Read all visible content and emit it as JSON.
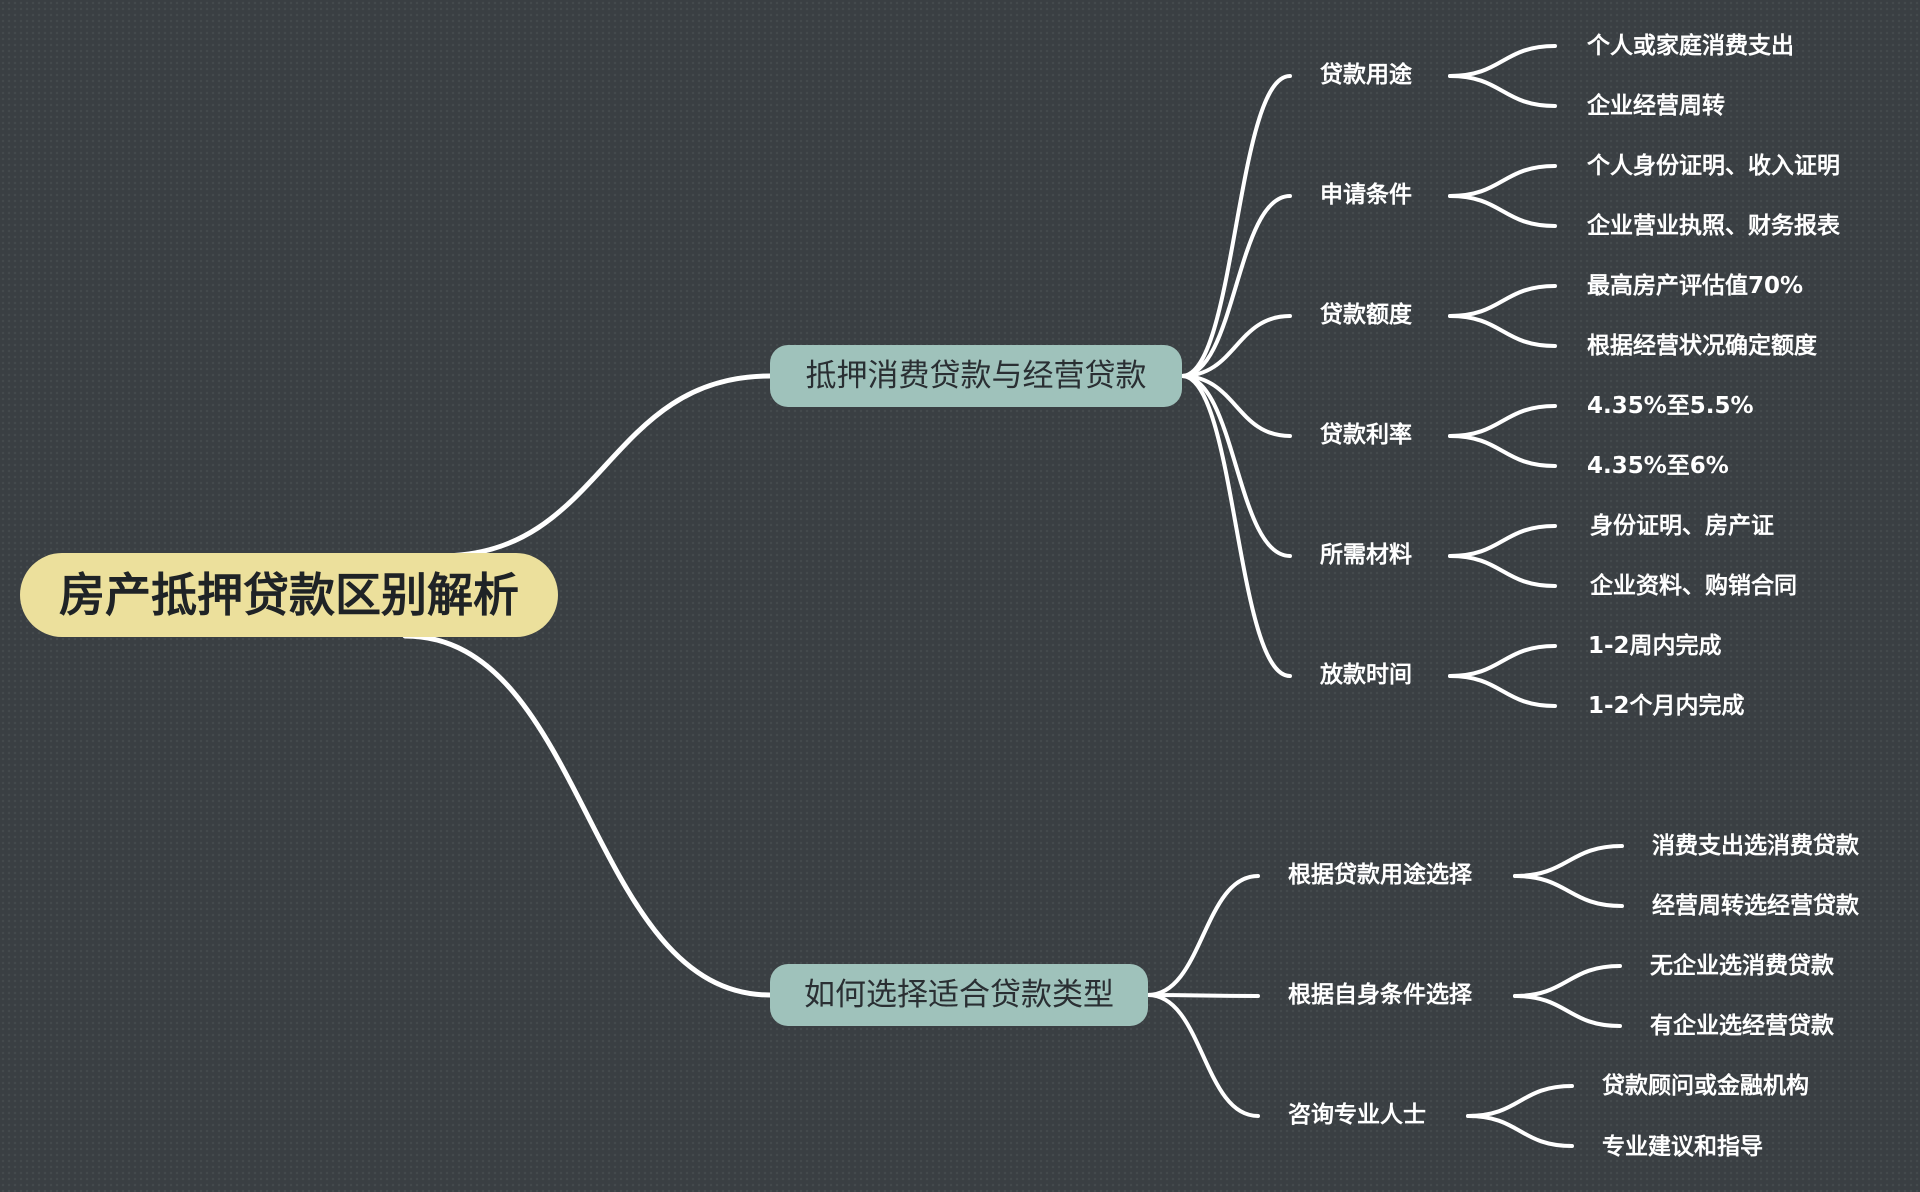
{
  "root": {
    "title": "房产抵押贷款区别解析"
  },
  "branches": [
    {
      "label": "抵押消费贷款与经营贷款",
      "items": [
        {
          "label": "贷款用途",
          "leaves": [
            "个人或家庭消费支出",
            "企业经营周转"
          ]
        },
        {
          "label": "申请条件",
          "leaves": [
            "个人身份证明、收入证明",
            "企业营业执照、财务报表"
          ]
        },
        {
          "label": "贷款额度",
          "leaves": [
            "最高房产评估值70%",
            "根据经营状况确定额度"
          ]
        },
        {
          "label": "贷款利率",
          "leaves": [
            "4.35%至5.5%",
            "4.35%至6%"
          ]
        },
        {
          "label": "所需材料",
          "leaves": [
            "身份证明、房产证",
            "企业资料、购销合同"
          ]
        },
        {
          "label": "放款时间",
          "leaves": [
            "1-2周内完成",
            "1-2个月内完成"
          ]
        }
      ]
    },
    {
      "label": "如何选择适合贷款类型",
      "items": [
        {
          "label": "根据贷款用途选择",
          "leaves": [
            "消费支出选消费贷款",
            "经营周转选经营贷款"
          ]
        },
        {
          "label": "根据自身条件选择",
          "leaves": [
            "无企业选消费贷款",
            "有企业选经营贷款"
          ]
        },
        {
          "label": "咨询专业人士",
          "leaves": [
            "贷款顾问或金融机构",
            "专业建议和指导"
          ]
        }
      ]
    }
  ],
  "colors": {
    "background": "#3a3f43",
    "root_fill": "#ece09c",
    "branch_fill": "#9fc2bb",
    "connector": "#ffffff",
    "text_light": "#ffffff",
    "text_dark": "#1f2326"
  }
}
